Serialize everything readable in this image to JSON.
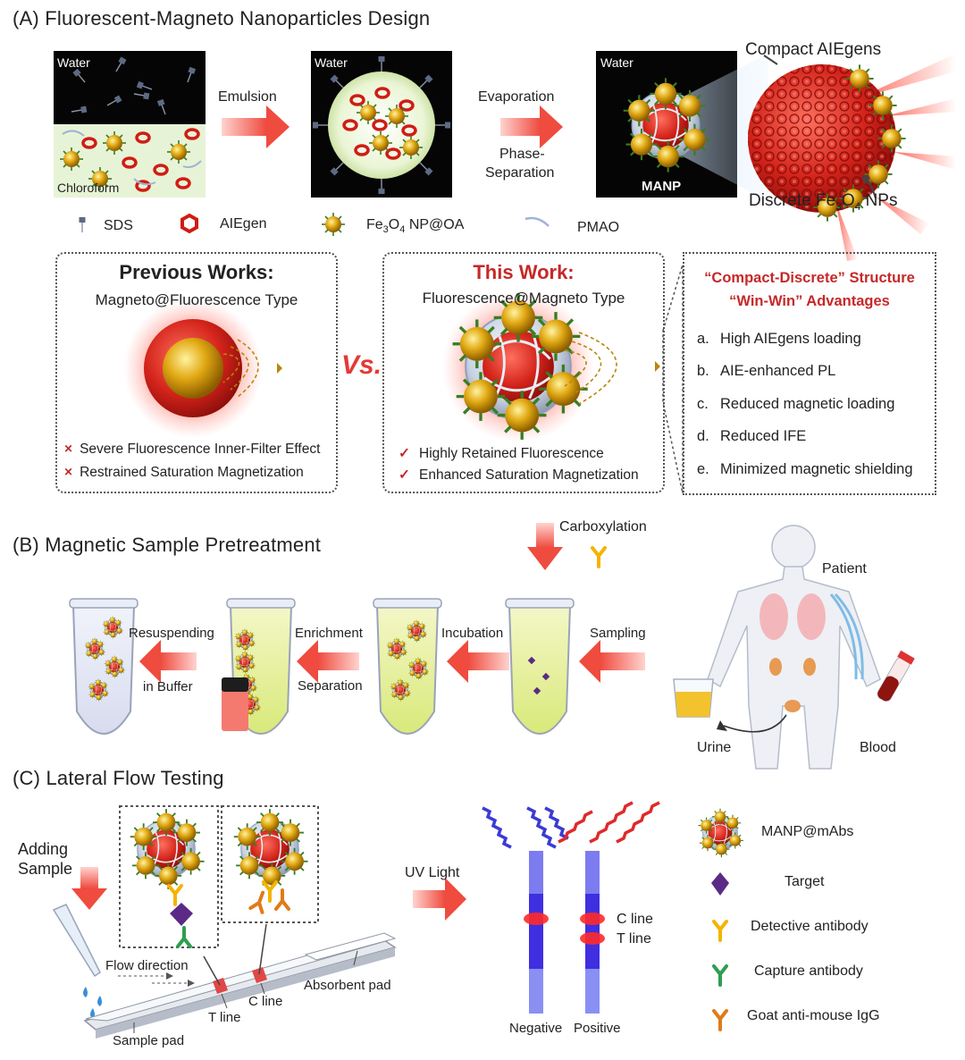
{
  "section_a": {
    "title": "(A) Fluorescent-Magneto Nanoparticles Design",
    "water": "Water",
    "chloroform": "Chloroform",
    "emulsion": "Emulsion",
    "evaporation": "Evaporation",
    "phase_sep_1": "Phase-",
    "phase_sep_2": "Separation",
    "manp": "MANP",
    "compact": "Compact AIEgens",
    "discrete_prefix": "Discrete Fe",
    "discrete_sub1": "3",
    "discrete_mid": "O",
    "discrete_sub2": "4",
    "discrete_suffix": " NPs",
    "legend": {
      "sds": "SDS",
      "aiegen": "AIEgen",
      "fe_prefix": "Fe",
      "fe_sub1": "3",
      "fe_mid": "O",
      "fe_sub2": "4",
      "fe_suffix": " NP@OA",
      "pmao": "PMAO"
    },
    "previous": {
      "title": "Previous Works:",
      "subtitle": "Magneto@Fluorescence Type",
      "points": [
        "Severe Fluorescence Inner-Filter Effect",
        "Restrained Saturation Magnetization"
      ]
    },
    "vs": "Vs.",
    "this_work": {
      "title": "This Work:",
      "subtitle": "Fluorescence@Magneto Type",
      "points": [
        "Highly Retained Fluorescence",
        "Enhanced Saturation Magnetization"
      ]
    },
    "advantages": {
      "title1": "“Compact-Discrete” Structure",
      "title2": "“Win-Win” Advantages",
      "items": [
        {
          "key": "a.",
          "text": "High AIEgens loading"
        },
        {
          "key": "b.",
          "text": "AIE-enhanced PL"
        },
        {
          "key": "c.",
          "text": "Reduced magnetic loading"
        },
        {
          "key": "d.",
          "text": "Reduced IFE"
        },
        {
          "key": "e.",
          "text": "Minimized magnetic shielding"
        }
      ]
    }
  },
  "section_b": {
    "title": "(B) Magnetic Sample Pretreatment",
    "carboxylation": "Carboxylation",
    "patient": "Patient",
    "urine": "Urine",
    "blood": "Blood",
    "sampling": "Sampling",
    "incubation": "Incubation",
    "enrichment": "Enrichment",
    "separation": "Separation",
    "resuspending": "Resuspending",
    "in_buffer": "in Buffer"
  },
  "section_c": {
    "title": "(C) Lateral Flow Testing",
    "adding": "Adding",
    "sample": "Sample",
    "flow_direction": "Flow direction",
    "t_line": "T line",
    "c_line": "C line",
    "absorbent_pad": "Absorbent pad",
    "sample_pad": "Sample pad",
    "uv_light": "UV Light",
    "strip_c_line": "C line",
    "strip_t_line": "T line",
    "negative": "Negative",
    "positive": "Positive",
    "legend": [
      {
        "icon": "manp-icon",
        "label": "MANP@mAbs"
      },
      {
        "icon": "target-icon",
        "label": "Target"
      },
      {
        "icon": "detective-antibody-icon",
        "label": "Detective antibody"
      },
      {
        "icon": "capture-antibody-icon",
        "label": "Capture antibody"
      },
      {
        "icon": "goat-igg-icon",
        "label": "Goat anti-mouse IgG"
      }
    ]
  },
  "colors": {
    "accent_red": "#c62828",
    "arrow_red": "#ef5350",
    "detective_yellow": "#f4b400",
    "capture_green": "#2e9e4f",
    "goat_orange": "#e07b1a",
    "strip_blue": "#3f2fe0",
    "target_purple": "#5b2a86"
  }
}
